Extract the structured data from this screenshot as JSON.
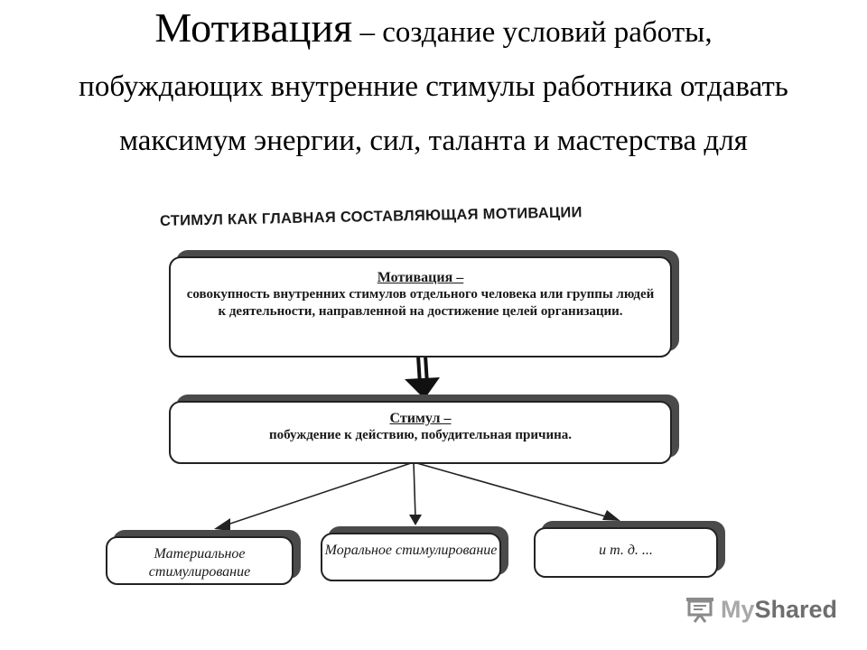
{
  "heading": {
    "term": "Мотивация",
    "dash": " – ",
    "definition": "создание условий работы, побуждающих внутренние стимулы работника отдавать максимум энергии, сил, таланта и мастерства для"
  },
  "figure": {
    "title": "СТИМУЛ КАК ГЛАВНАЯ СОСТАВЛЯЮЩАЯ МОТИВАЦИИ",
    "motivation_box": {
      "term": "Мотивация –",
      "text": "совокупность внутренних стимулов отдельного человека или группы людей к деятельности, направленной на достижение целей организации."
    },
    "stimulus_box": {
      "term": "Стимул –",
      "text": "побуждение к действию, побудительная причина."
    },
    "types": [
      {
        "label": "Материальное стимулирование"
      },
      {
        "label": "Моральное стимулирование"
      },
      {
        "label": "и т. д. ..."
      }
    ]
  },
  "watermark": {
    "brand_left": "My",
    "brand_right": "Shared",
    "icon": "projector-screen-icon"
  }
}
